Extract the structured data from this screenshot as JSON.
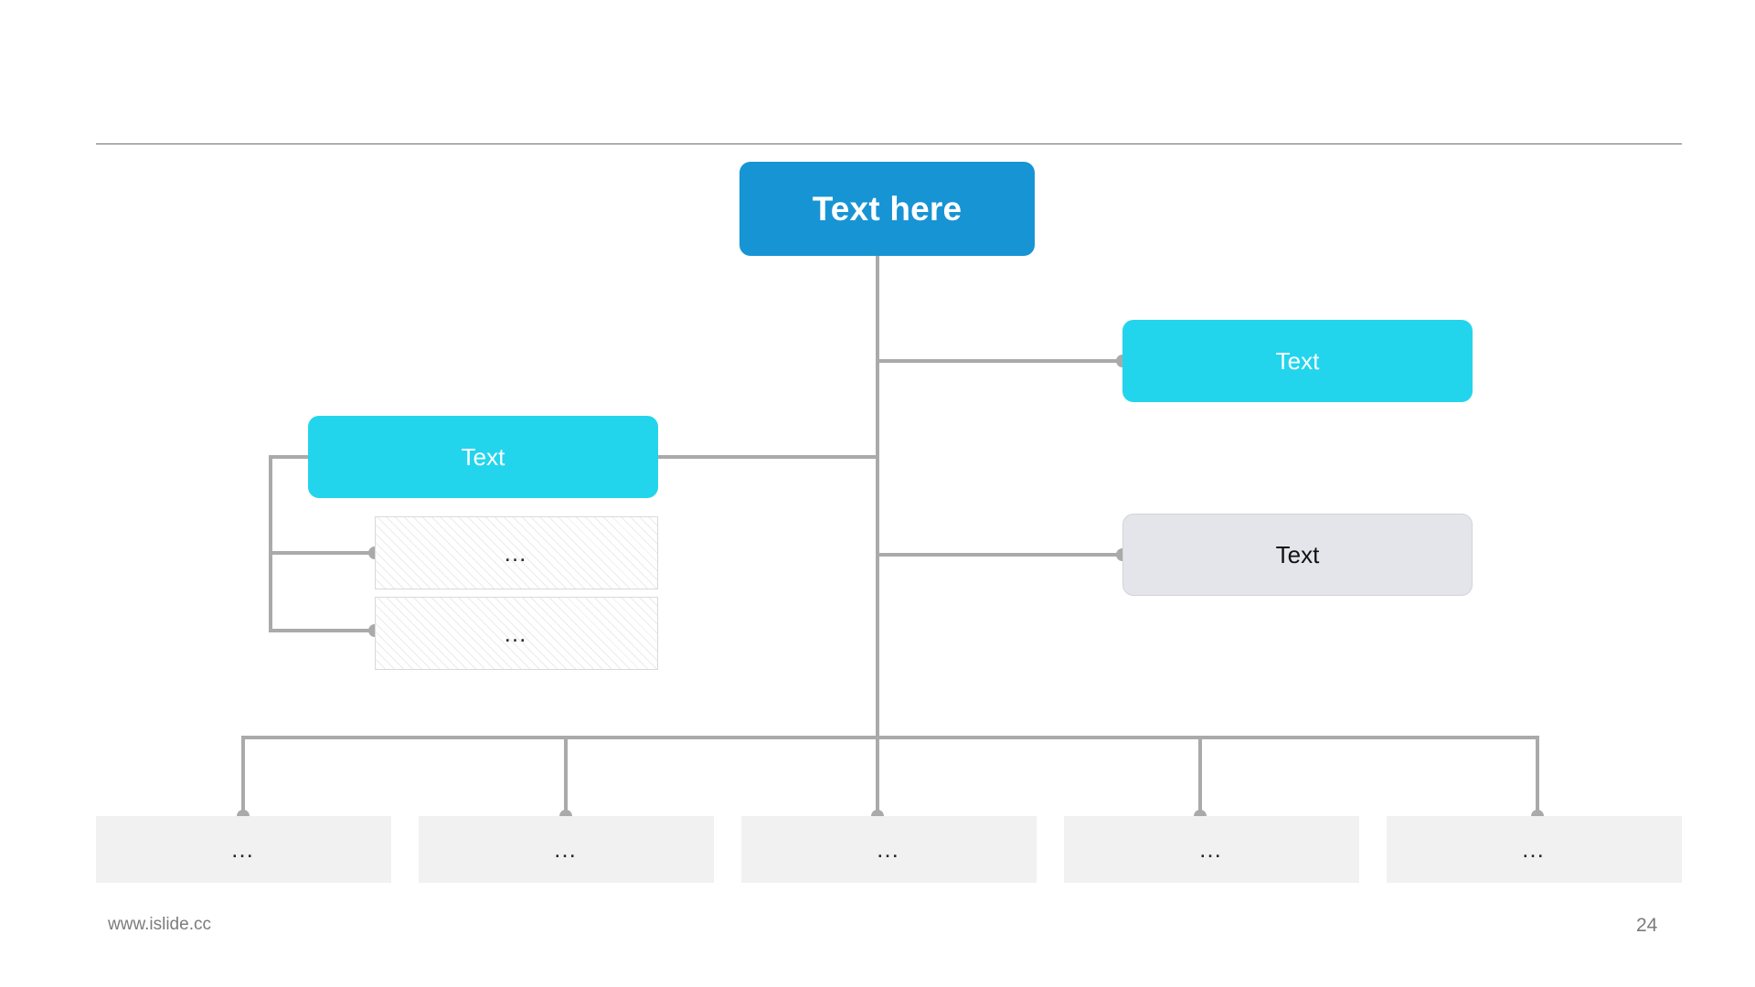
{
  "slide": {
    "page_number": "24",
    "footer_url": "www.islide.cc"
  },
  "colors": {
    "root_blue": "#1794d4",
    "branch_cyan": "#22d5ec",
    "neutral_gray": "#e3e5ea",
    "flat_gray": "#f1f1f1",
    "connector_gray": "#aaaaaa",
    "rule_gray": "#6f6f76",
    "footer_text": "#7c7c7c"
  },
  "chart_data": {
    "type": "diagram",
    "title": "Text here",
    "orientation": "vertical-spine org chart",
    "nodes": [
      {
        "id": "root",
        "label": "Text here",
        "style": "blue-rounded"
      },
      {
        "id": "right-upper",
        "label": "Text",
        "style": "cyan-rounded"
      },
      {
        "id": "left-mid",
        "label": "Text",
        "style": "cyan-rounded"
      },
      {
        "id": "right-lower",
        "label": "Text",
        "style": "gray-rounded"
      },
      {
        "id": "sub-1",
        "label": "…",
        "style": "hatched"
      },
      {
        "id": "sub-2",
        "label": "…",
        "style": "hatched"
      },
      {
        "id": "leaf-1",
        "label": "…",
        "style": "flat-gray"
      },
      {
        "id": "leaf-2",
        "label": "…",
        "style": "flat-gray"
      },
      {
        "id": "leaf-3",
        "label": "…",
        "style": "flat-gray"
      },
      {
        "id": "leaf-4",
        "label": "…",
        "style": "flat-gray"
      },
      {
        "id": "leaf-5",
        "label": "…",
        "style": "flat-gray"
      }
    ],
    "edges": [
      {
        "from": "root",
        "to": "right-upper"
      },
      {
        "from": "root",
        "to": "left-mid"
      },
      {
        "from": "root",
        "to": "right-lower"
      },
      {
        "from": "left-mid",
        "to": "sub-1"
      },
      {
        "from": "left-mid",
        "to": "sub-2"
      },
      {
        "from": "root",
        "to": "leaf-1"
      },
      {
        "from": "root",
        "to": "leaf-2"
      },
      {
        "from": "root",
        "to": "leaf-3"
      },
      {
        "from": "root",
        "to": "leaf-4"
      },
      {
        "from": "root",
        "to": "leaf-5"
      }
    ]
  },
  "nodes": {
    "root": {
      "label": "Text here"
    },
    "right_upper": {
      "label": "Text"
    },
    "left_mid": {
      "label": "Text"
    },
    "right_lower": {
      "label": "Text"
    },
    "sub_1": {
      "label": "…"
    },
    "sub_2": {
      "label": "…"
    },
    "leaf_1": {
      "label": "…"
    },
    "leaf_2": {
      "label": "…"
    },
    "leaf_3": {
      "label": "…"
    },
    "leaf_4": {
      "label": "…"
    },
    "leaf_5": {
      "label": "…"
    }
  }
}
